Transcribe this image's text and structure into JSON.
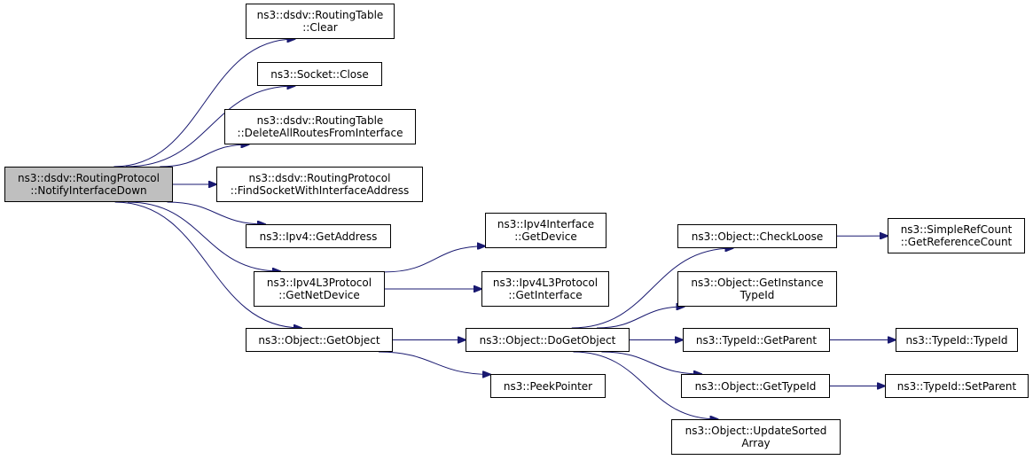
{
  "colors": {
    "edge": "#191970",
    "root_fill": "#bfbfbf",
    "node_fill": "#ffffff",
    "border": "#000000"
  },
  "nodes": {
    "notify": {
      "lines": [
        "ns3::dsdv::RoutingProtocol",
        "::NotifyInterfaceDown"
      ]
    },
    "clear": {
      "lines": [
        "ns3::dsdv::RoutingTable",
        "::Clear"
      ]
    },
    "close": {
      "lines": [
        "ns3::Socket::Close"
      ]
    },
    "deleteall": {
      "lines": [
        "ns3::dsdv::RoutingTable",
        "::DeleteAllRoutesFromInterface"
      ]
    },
    "findsocket": {
      "lines": [
        "ns3::dsdv::RoutingProtocol",
        "::FindSocketWithInterfaceAddress"
      ]
    },
    "getaddress": {
      "lines": [
        "ns3::Ipv4::GetAddress"
      ]
    },
    "getnetdev": {
      "lines": [
        "ns3::Ipv4L3Protocol",
        "::GetNetDevice"
      ]
    },
    "getobject": {
      "lines": [
        "ns3::Object::GetObject"
      ]
    },
    "ifgetdevice": {
      "lines": [
        "ns3::Ipv4Interface",
        "::GetDevice"
      ]
    },
    "getiface": {
      "lines": [
        "ns3::Ipv4L3Protocol",
        "::GetInterface"
      ]
    },
    "dogetobject": {
      "lines": [
        "ns3::Object::DoGetObject"
      ]
    },
    "peekpointer": {
      "lines": [
        "ns3::PeekPointer"
      ]
    },
    "checkloose": {
      "lines": [
        "ns3::Object::CheckLoose"
      ]
    },
    "getinstance": {
      "lines": [
        "ns3::Object::GetInstance",
        "TypeId"
      ]
    },
    "getparent": {
      "lines": [
        "ns3::TypeId::GetParent"
      ]
    },
    "gettypeid": {
      "lines": [
        "ns3::Object::GetTypeId"
      ]
    },
    "updatesorted": {
      "lines": [
        "ns3::Object::UpdateSorted",
        "Array"
      ]
    },
    "getrefcount": {
      "lines": [
        "ns3::SimpleRefCount",
        "::GetReferenceCount"
      ]
    },
    "typeidctor": {
      "lines": [
        "ns3::TypeId::TypeId"
      ]
    },
    "setparent": {
      "lines": [
        "ns3::TypeId::SetParent"
      ]
    }
  },
  "edges": [
    [
      "notify",
      "clear"
    ],
    [
      "notify",
      "close"
    ],
    [
      "notify",
      "deleteall"
    ],
    [
      "notify",
      "findsocket"
    ],
    [
      "notify",
      "getaddress"
    ],
    [
      "notify",
      "getnetdev"
    ],
    [
      "notify",
      "getobject"
    ],
    [
      "getnetdev",
      "ifgetdevice"
    ],
    [
      "getnetdev",
      "getiface"
    ],
    [
      "getobject",
      "dogetobject"
    ],
    [
      "getobject",
      "peekpointer"
    ],
    [
      "dogetobject",
      "checkloose"
    ],
    [
      "dogetobject",
      "getinstance"
    ],
    [
      "dogetobject",
      "getparent"
    ],
    [
      "dogetobject",
      "gettypeid"
    ],
    [
      "dogetobject",
      "updatesorted"
    ],
    [
      "checkloose",
      "getrefcount"
    ],
    [
      "getparent",
      "typeidctor"
    ],
    [
      "gettypeid",
      "setparent"
    ]
  ]
}
